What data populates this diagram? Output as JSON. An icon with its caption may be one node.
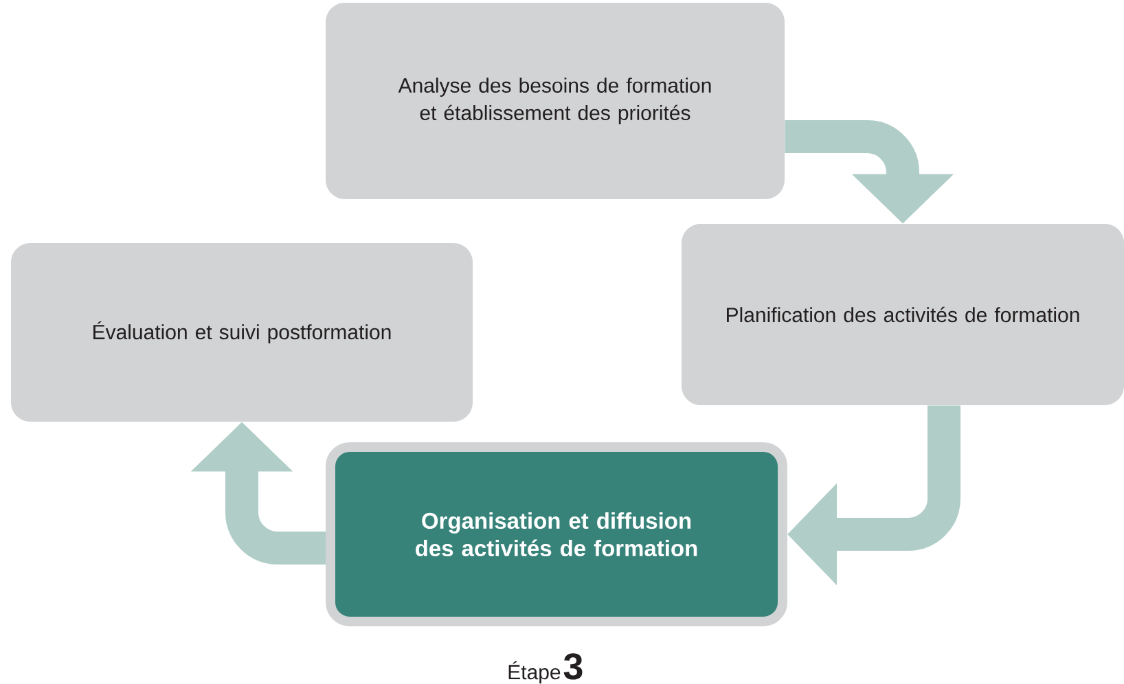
{
  "diagram": {
    "nodes": [
      {
        "text": [
          "Analyse des besoins de formation et établissement des priorités"
        ]
      },
      {
        "text": [
          "Planification des activités de formation"
        ]
      },
      {
        "text": [
          "Organisation et diffusion des activités de formation"
        ],
        "beside": [
          "Étape",
          "3"
        ]
      },
      {
        "text": [
          "Évaluation et suivi postformation"
        ]
      }
    ],
    "edges": [
      {
        "from": 0,
        "to": 1,
        "arrow": "to"
      },
      {
        "from": 1,
        "to": 2,
        "arrow": "to"
      },
      {
        "from": 2,
        "to": 3,
        "arrow": "to"
      }
    ]
  }
}
